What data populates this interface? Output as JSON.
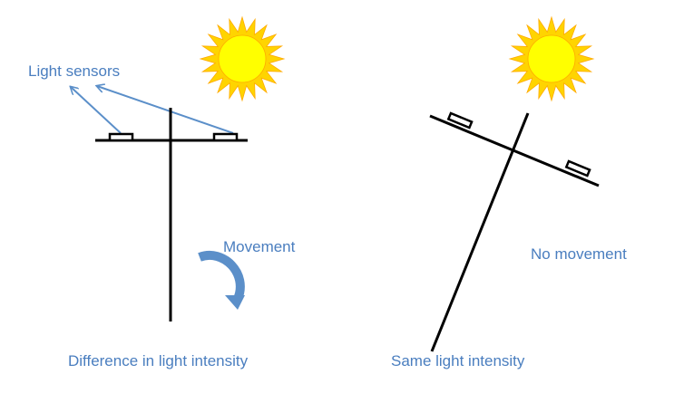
{
  "labels": {
    "light_sensors": "Light sensors",
    "movement": "Movement",
    "difference": "Difference in light intensity",
    "no_movement": "No movement",
    "same": "Same light intensity"
  },
  "colors": {
    "text": "#4a7ebf",
    "arrow": "#5b8fc9",
    "sun_core": "#ffff00",
    "sun_rays": "#ffd400",
    "sun_ray_edge": "#ffaa00",
    "structure": "#000000"
  },
  "icons": [
    "sun-icon",
    "curved-arrow-icon"
  ]
}
